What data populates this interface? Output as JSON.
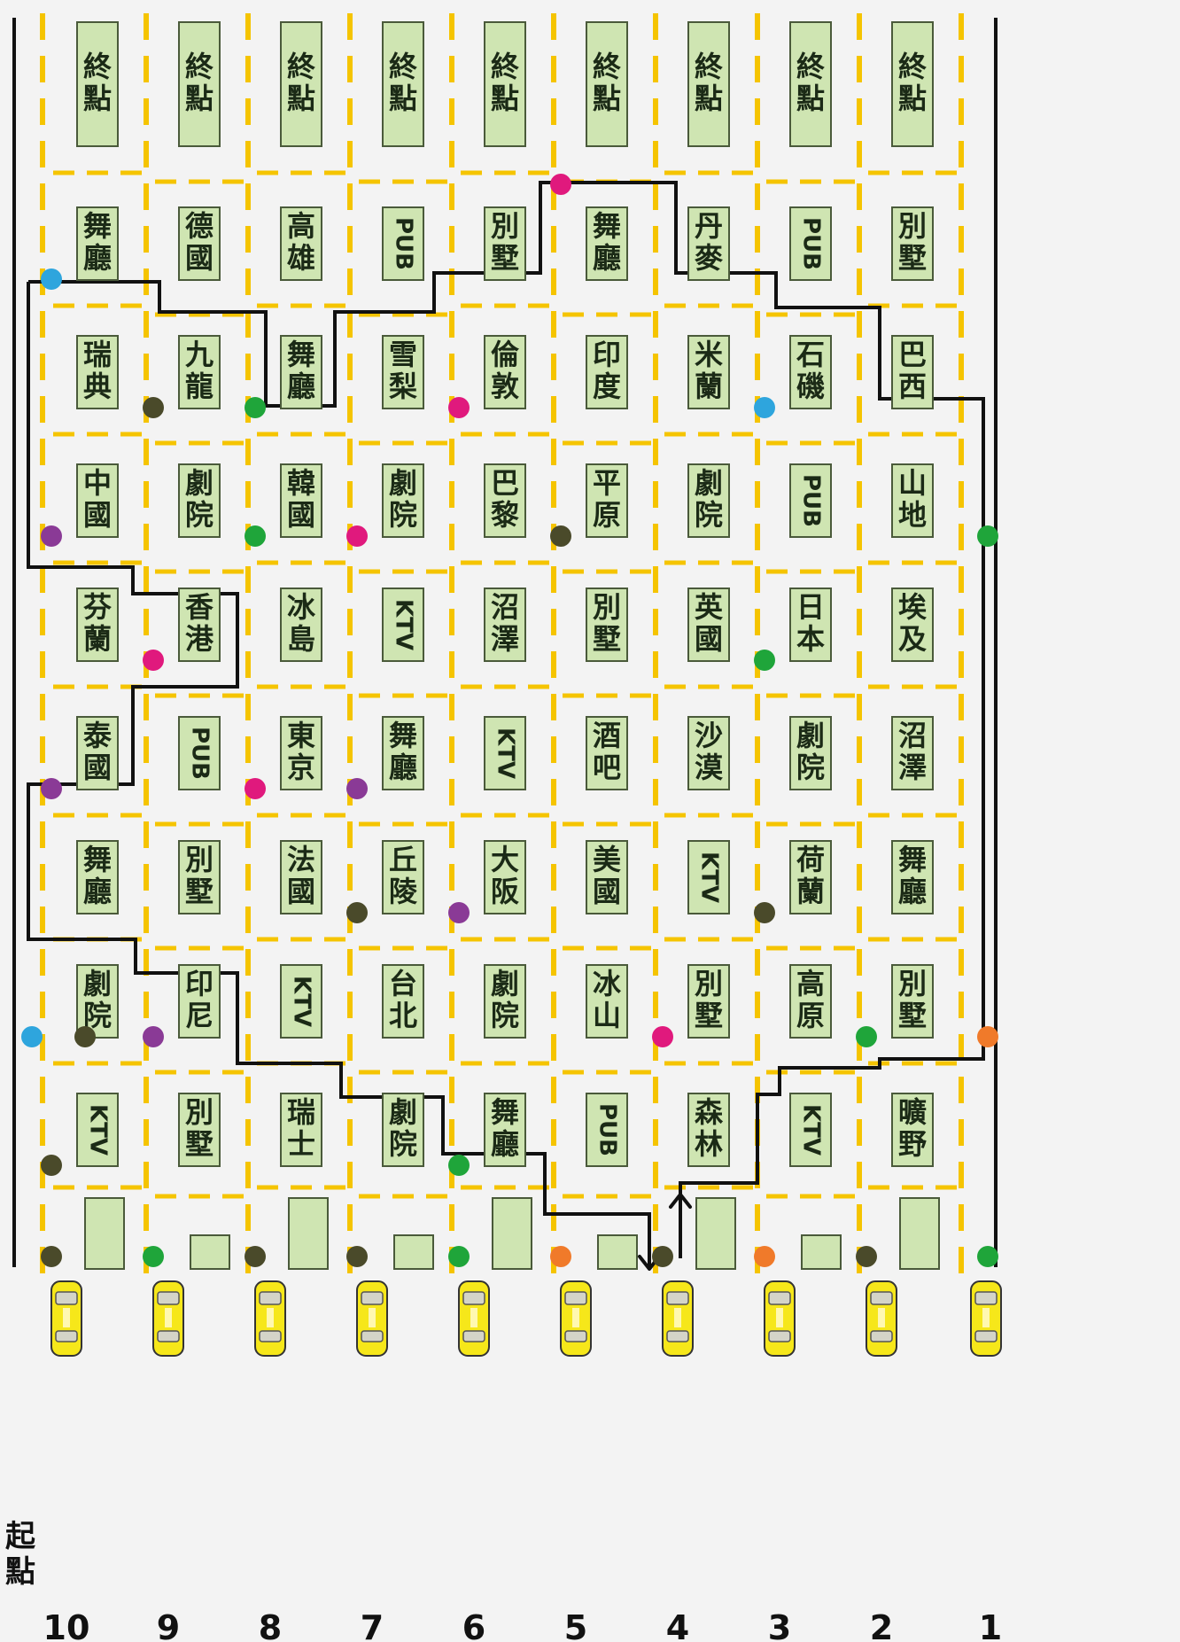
{
  "lanes": [
    {
      "number": "10",
      "cells": [
        "終點",
        "舞廳",
        "瑞典",
        "中國",
        "芬蘭",
        "泰國",
        "舞廳",
        "劇院",
        "KTV"
      ]
    },
    {
      "number": "9",
      "cells": [
        "終點",
        "德國",
        "九龍",
        "劇院",
        "香港",
        "PUB",
        "別墅",
        "印尼",
        "別墅"
      ]
    },
    {
      "number": "8",
      "cells": [
        "終點",
        "高雄",
        "舞廳",
        "韓國",
        "冰島",
        "東京",
        "法國",
        "KTV",
        "瑞士"
      ]
    },
    {
      "number": "7",
      "cells": [
        "終點",
        "PUB",
        "雪梨",
        "劇院",
        "KTV",
        "舞廳",
        "丘陵",
        "台北",
        "劇院"
      ]
    },
    {
      "number": "6",
      "cells": [
        "終點",
        "別墅",
        "倫敦",
        "巴黎",
        "沼澤",
        "KTV",
        "大阪",
        "劇院",
        "舞廳"
      ]
    },
    {
      "number": "5",
      "cells": [
        "終點",
        "舞廳",
        "印度",
        "平原",
        "別墅",
        "酒吧",
        "美國",
        "冰山",
        "PUB"
      ]
    },
    {
      "number": "4",
      "cells": [
        "終點",
        "丹麥",
        "米蘭",
        "劇院",
        "英國",
        "沙漠",
        "KTV",
        "別墅",
        "森林"
      ]
    },
    {
      "number": "3",
      "cells": [
        "終點",
        "PUB",
        "石磯",
        "PUB",
        "日本",
        "劇院",
        "荷蘭",
        "高原",
        "KTV"
      ]
    },
    {
      "number": "2",
      "cells": [
        "終點",
        "別墅",
        "巴西",
        "山地",
        "埃及",
        "沼澤",
        "舞廳",
        "別墅",
        "曠野"
      ]
    },
    {
      "number": "1",
      "cells": []
    }
  ],
  "start_label": "起點",
  "dot_colors": {
    "green": "#1fa53a",
    "pink": "#e0197d",
    "purple": "#8a3a96",
    "olive": "#4a4a2a",
    "blue": "#2ea5dd",
    "orange": "#f07a2a"
  },
  "dots": [
    {
      "lane": 10,
      "row": 1,
      "color": "blue"
    },
    {
      "lane": 10,
      "row": 3,
      "color": "purple"
    },
    {
      "lane": 10,
      "row": 5,
      "color": "purple"
    },
    {
      "lane": 10,
      "row": 7,
      "color": "blue"
    },
    {
      "lane": 10,
      "row": 7,
      "color": "olive"
    },
    {
      "lane": 10,
      "row": 8,
      "color": "olive"
    },
    {
      "lane": 10,
      "row": 9,
      "color": "olive"
    },
    {
      "lane": 9,
      "row": 2,
      "color": "olive"
    },
    {
      "lane": 9,
      "row": 4,
      "color": "pink"
    },
    {
      "lane": 9,
      "row": 7,
      "color": "purple"
    },
    {
      "lane": 9,
      "row": 9,
      "color": "green"
    },
    {
      "lane": 8,
      "row": 2,
      "color": "green"
    },
    {
      "lane": 8,
      "row": 3,
      "color": "green"
    },
    {
      "lane": 8,
      "row": 5,
      "color": "pink"
    },
    {
      "lane": 8,
      "row": 9,
      "color": "olive"
    },
    {
      "lane": 7,
      "row": 3,
      "color": "pink"
    },
    {
      "lane": 7,
      "row": 5,
      "color": "purple"
    },
    {
      "lane": 7,
      "row": 6,
      "color": "olive"
    },
    {
      "lane": 7,
      "row": 9,
      "color": "olive"
    },
    {
      "lane": 6,
      "row": 2,
      "color": "pink"
    },
    {
      "lane": 6,
      "row": 6,
      "color": "purple"
    },
    {
      "lane": 6,
      "row": 8,
      "color": "green"
    },
    {
      "lane": 6,
      "row": 9,
      "color": "green"
    },
    {
      "lane": 5,
      "row": 0,
      "color": "pink"
    },
    {
      "lane": 5,
      "row": 3,
      "color": "olive"
    },
    {
      "lane": 5,
      "row": 9,
      "color": "orange"
    },
    {
      "lane": 4,
      "row": 7,
      "color": "pink"
    },
    {
      "lane": 4,
      "row": 9,
      "color": "olive"
    },
    {
      "lane": 3,
      "row": 2,
      "color": "blue"
    },
    {
      "lane": 3,
      "row": 4,
      "color": "green"
    },
    {
      "lane": 3,
      "row": 6,
      "color": "olive"
    },
    {
      "lane": 3,
      "row": 9,
      "color": "orange"
    },
    {
      "lane": 2,
      "row": 7,
      "color": "green"
    },
    {
      "lane": 2,
      "row": 9,
      "color": "olive"
    },
    {
      "lane": 1,
      "row": 3,
      "color": "green"
    },
    {
      "lane": 1,
      "row": 7,
      "color": "orange"
    },
    {
      "lane": 1,
      "row": 9,
      "color": "green"
    }
  ]
}
